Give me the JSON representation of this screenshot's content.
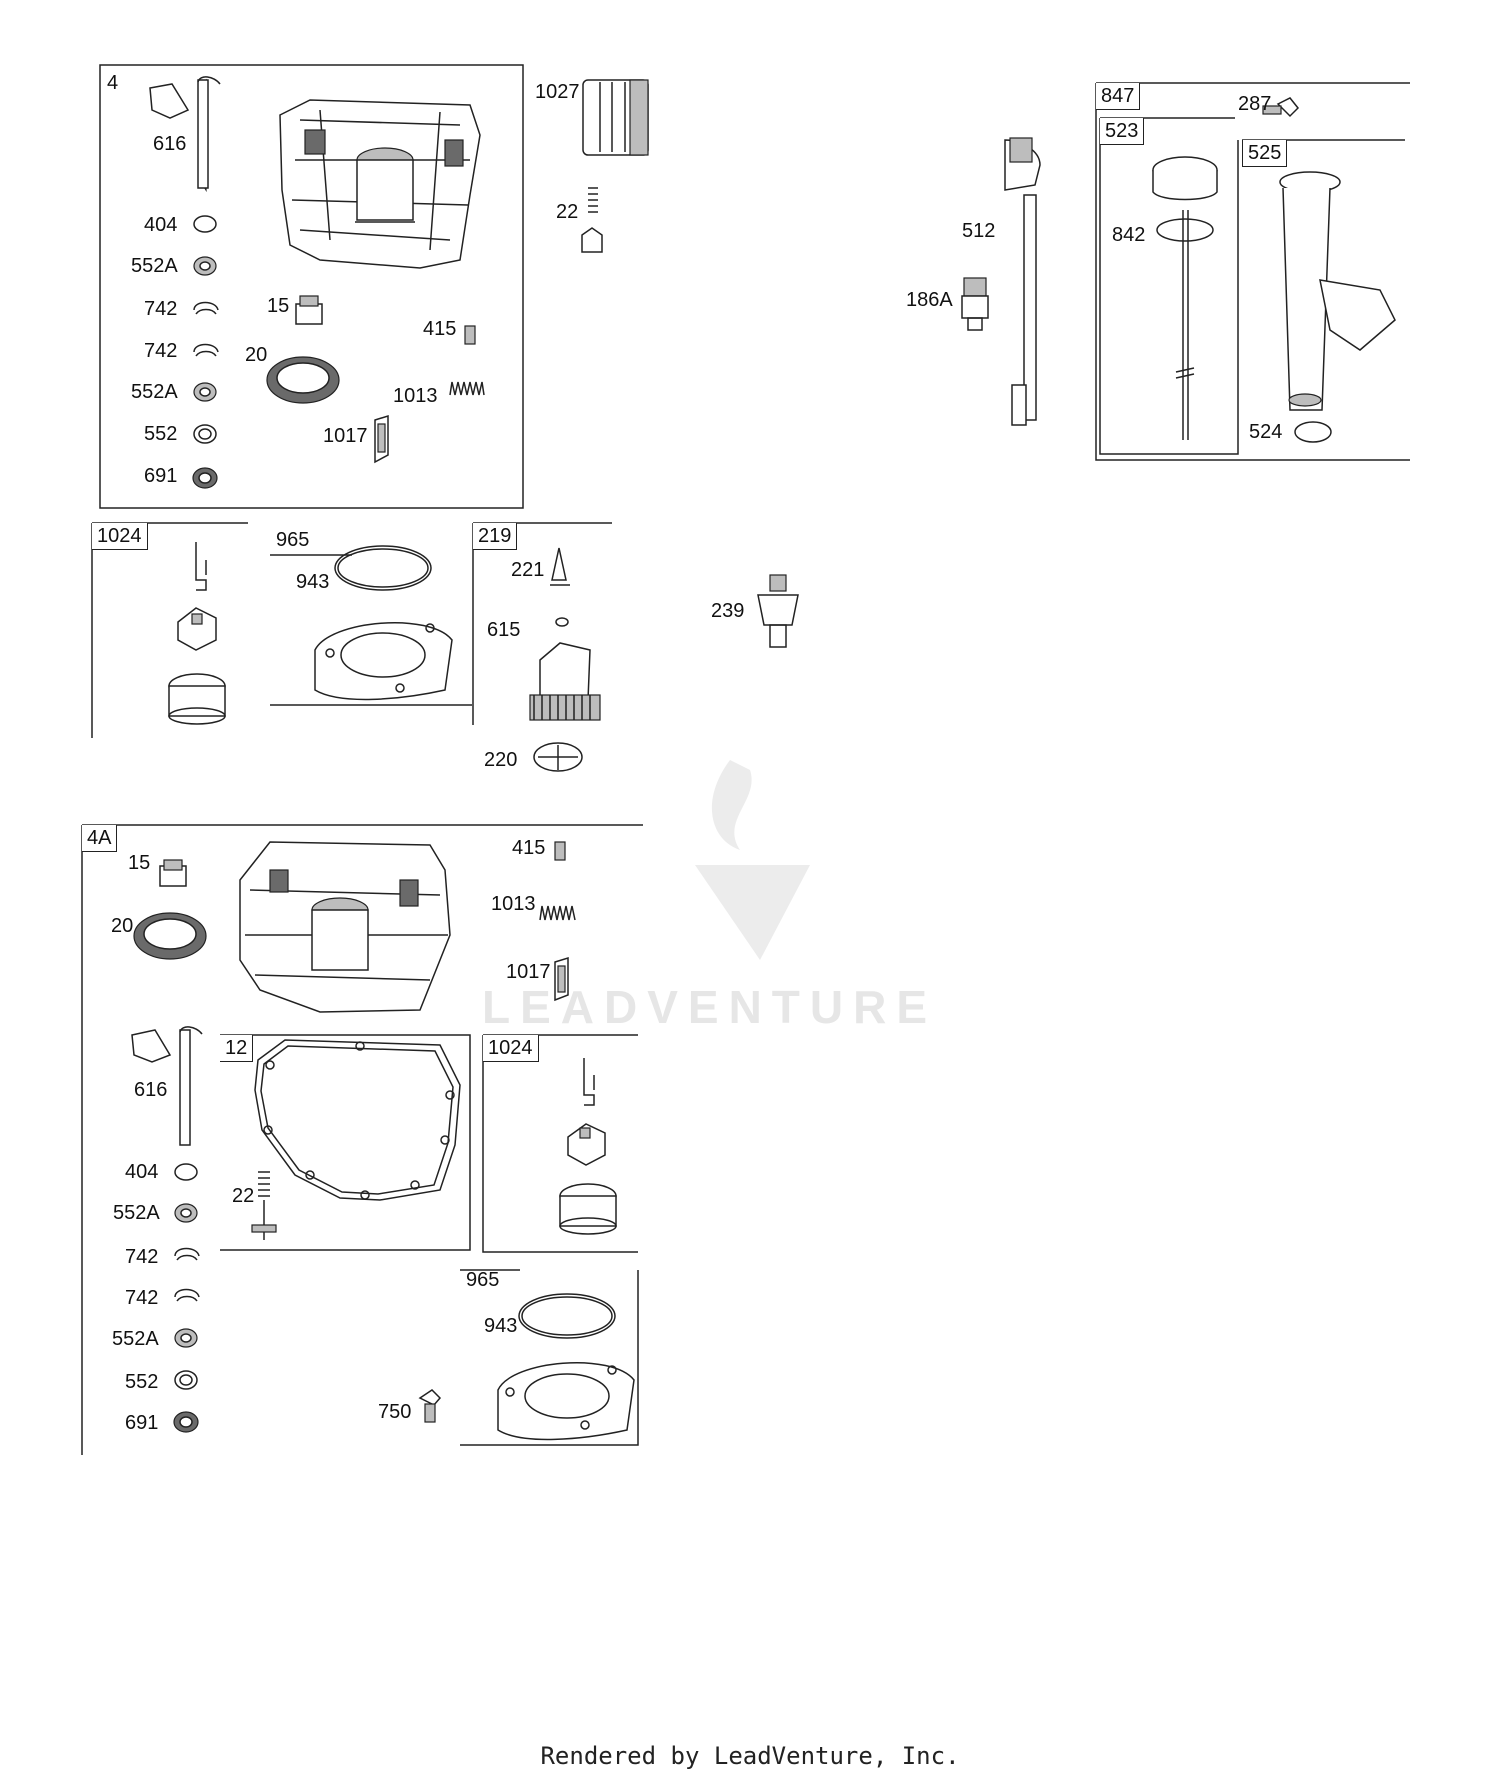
{
  "diagram": {
    "footer": "Rendered by LeadVenture, Inc.",
    "watermark": "LEADVENTURE",
    "groups": {
      "g4": "4",
      "g4a": "4A",
      "g1024_top": "1024",
      "g965_top": "965",
      "g219": "219",
      "g847": "847",
      "g523": "523",
      "g525": "525",
      "g12": "12",
      "g1024_bottom": "1024",
      "g965_bottom": "965"
    },
    "callouts": {
      "c616a": "616",
      "c404a": "404",
      "c552Aa": "552A",
      "c742a": "742",
      "c742b": "742",
      "c552Ab": "552A",
      "c552a": "552",
      "c691a": "691",
      "c15a": "15",
      "c20a": "20",
      "c415a": "415",
      "c1013a": "1013",
      "c1017a": "1017",
      "c1027": "1027",
      "c22a": "22",
      "c943a": "943",
      "c221": "221",
      "c615": "615",
      "c220": "220",
      "c239": "239",
      "c512": "512",
      "c186A": "186A",
      "c287": "287",
      "c842": "842",
      "c524": "524",
      "c15b": "15",
      "c20b": "20",
      "c415b": "415",
      "c1013b": "1013",
      "c1017b": "1017",
      "c616b": "616",
      "c404b": "404",
      "c552Ac": "552A",
      "c742c": "742",
      "c742d": "742",
      "c552Ad": "552A",
      "c552b": "552",
      "c691b": "691",
      "c22b": "22",
      "c943b": "943",
      "c750": "750"
    }
  }
}
